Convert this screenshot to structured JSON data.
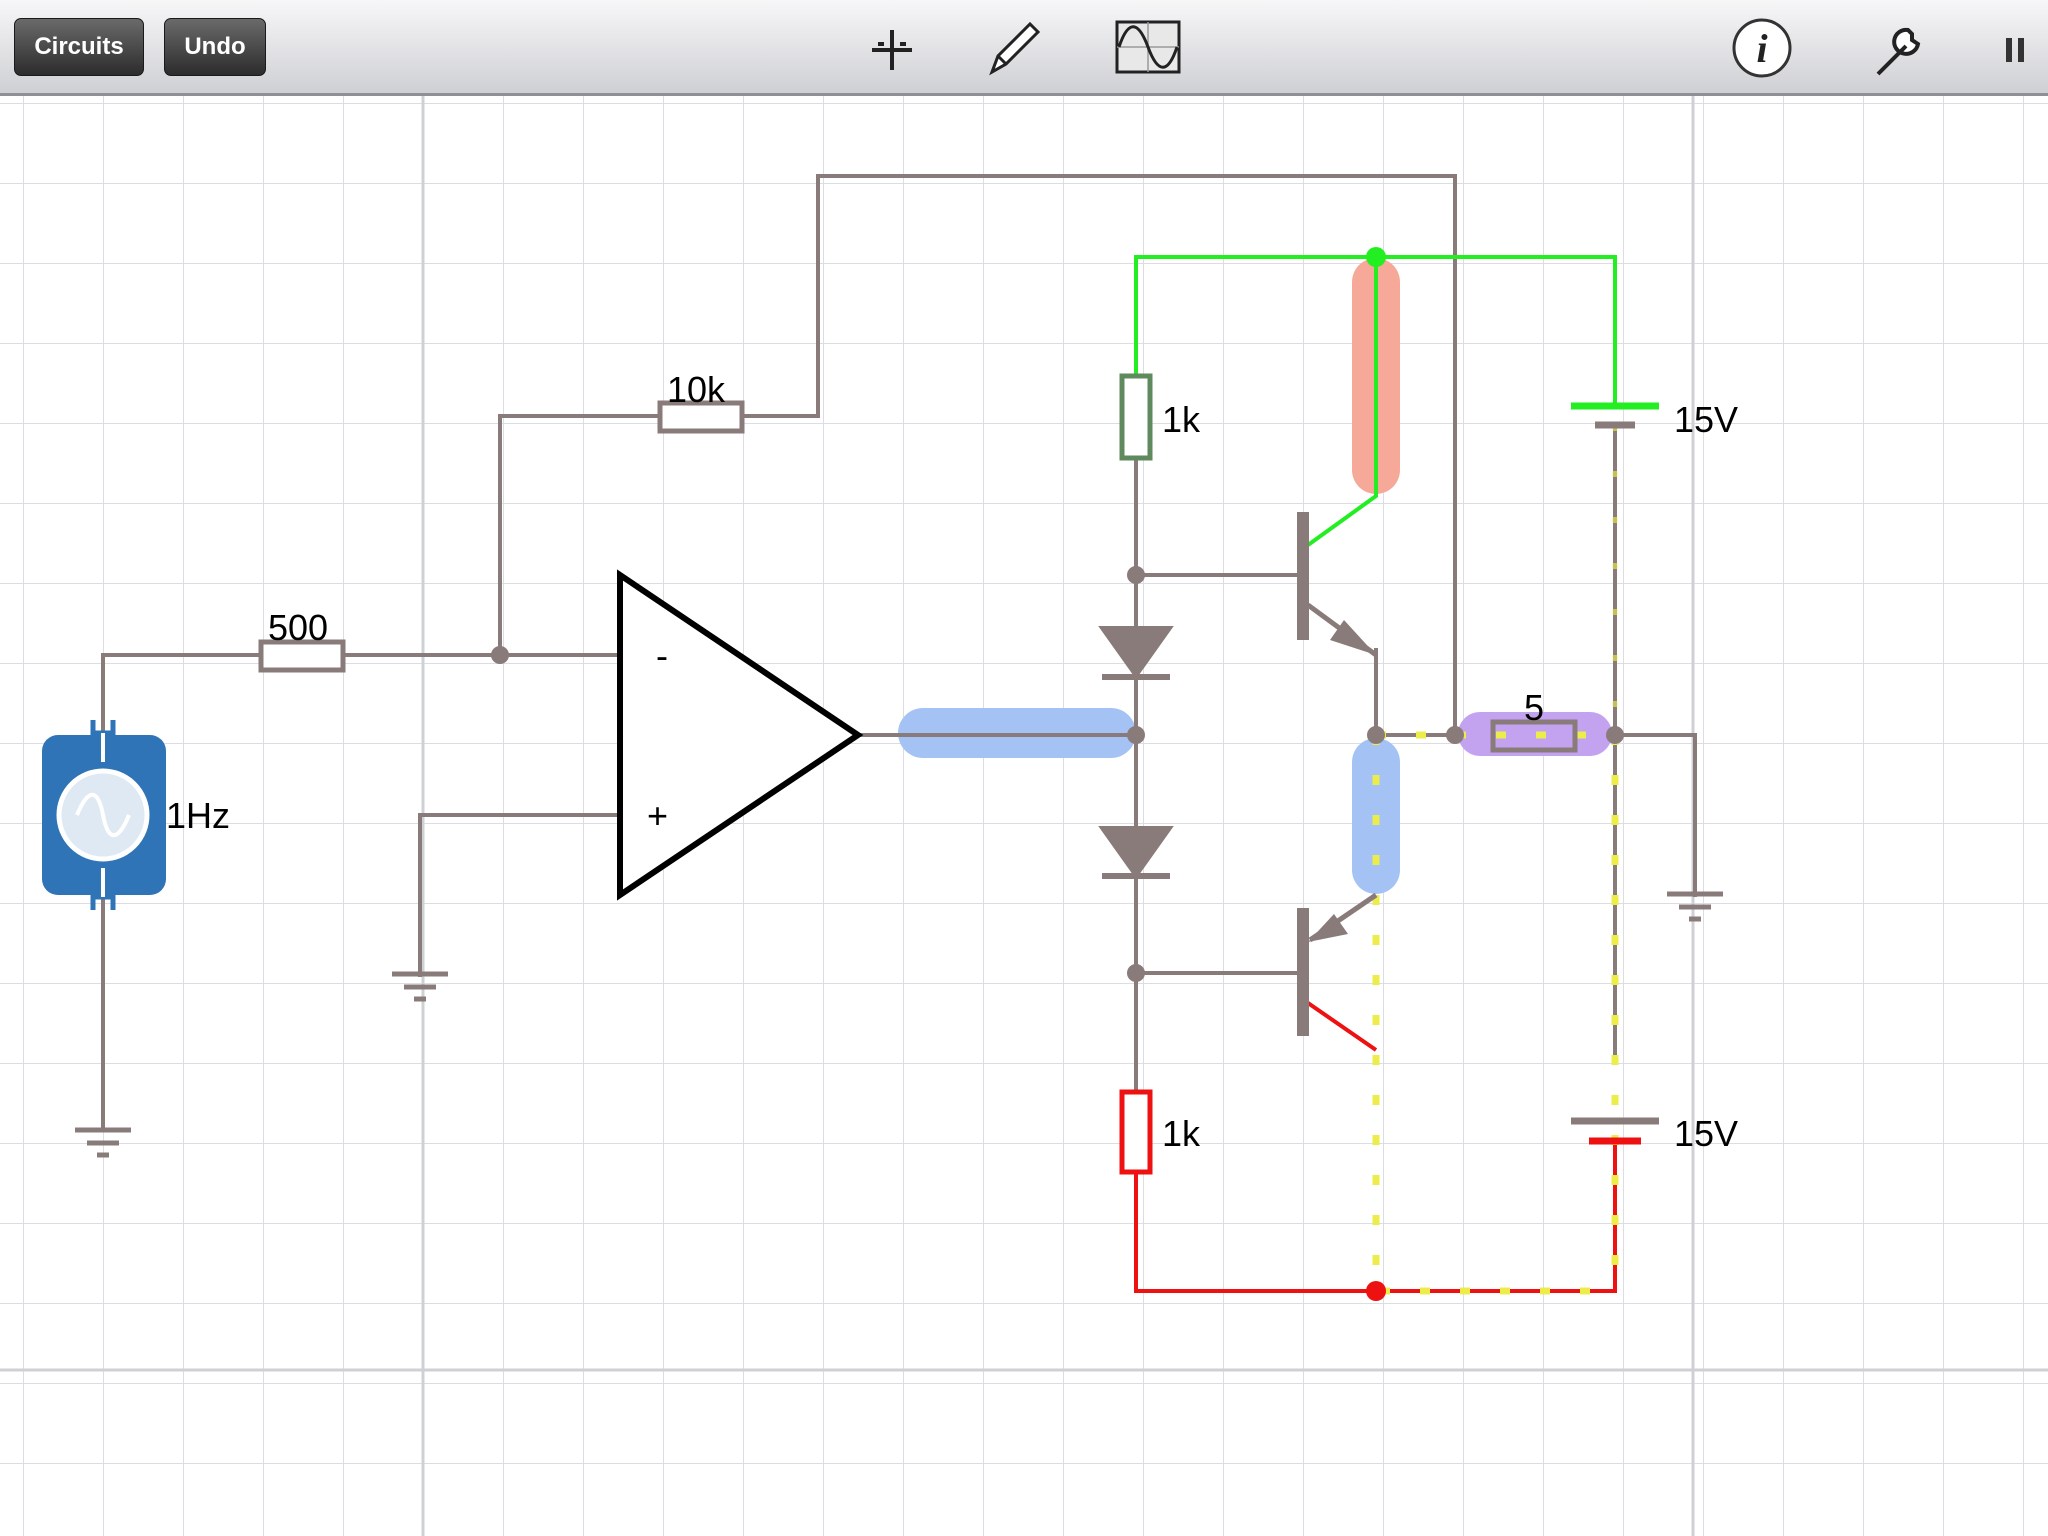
{
  "toolbar": {
    "circuits_label": "Circuits",
    "undo_label": "Undo",
    "icons": [
      "add-component-icon",
      "pencil-icon",
      "oscilloscope-icon",
      "info-icon",
      "wrench-icon",
      "pause-icon"
    ]
  },
  "circuit": {
    "labels": {
      "r_input": "500",
      "r_feedback": "10k",
      "r_top": "1k",
      "r_bottom": "1k",
      "r_load": "5",
      "battery_top": "15V",
      "battery_bottom": "15V",
      "source_freq": "1Hz",
      "opamp_minus": "-",
      "opamp_plus": "+"
    }
  },
  "colors": {
    "wire": "#8a7b7b",
    "positive": "#22ee22",
    "negative": "#ee1111",
    "current_dots": "#ecec4a",
    "highlight_blue": "#a4c3f4",
    "highlight_red": "#f7a999",
    "highlight_purple": "#c3a2f0",
    "source_blue": "#2f74b7"
  }
}
